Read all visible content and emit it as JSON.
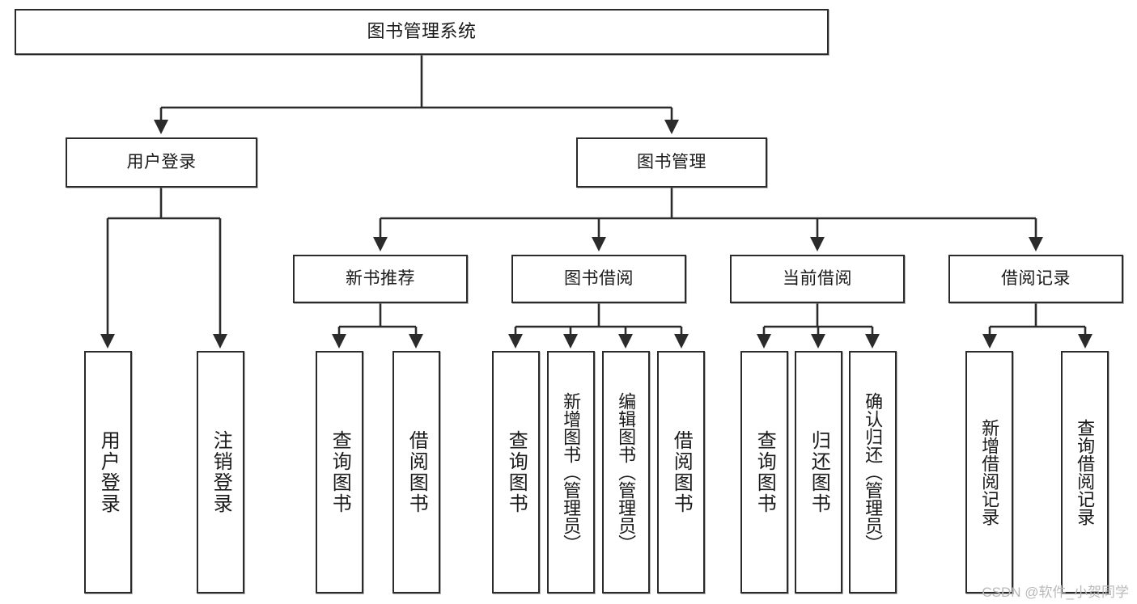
{
  "diagram": {
    "title": "图书管理系统",
    "type": "tree",
    "watermark": "CSDN @软件_小贺同学",
    "colors": {
      "node_border": "#2b2b2b",
      "node_fill": "#ffffff",
      "edge": "#2b2b2b",
      "text": "#1a1a1a",
      "watermark": "#b9b9b9",
      "background": "#ffffff"
    },
    "levels": [
      {
        "level": 1,
        "nodes": [
          {
            "id": "root",
            "label": "图书管理系统"
          }
        ]
      },
      {
        "level": 2,
        "nodes": [
          {
            "id": "login",
            "label": "用户登录",
            "parent": "root"
          },
          {
            "id": "bookmgmt",
            "label": "图书管理",
            "parent": "root"
          }
        ]
      },
      {
        "level": 3,
        "nodes": [
          {
            "id": "newbook",
            "label": "新书推荐",
            "parent": "bookmgmt"
          },
          {
            "id": "borrow",
            "label": "图书借阅",
            "parent": "bookmgmt"
          },
          {
            "id": "current",
            "label": "当前借阅",
            "parent": "bookmgmt"
          },
          {
            "id": "records",
            "label": "借阅记录",
            "parent": "bookmgmt"
          }
        ]
      },
      {
        "level": 4,
        "nodes": [
          {
            "id": "leaf1",
            "label": "用户登录",
            "parent": "login"
          },
          {
            "id": "leaf2",
            "label": "注销登录",
            "parent": "login"
          },
          {
            "id": "leaf3",
            "label": "查询图书",
            "parent": "newbook"
          },
          {
            "id": "leaf4",
            "label": "借阅图书",
            "parent": "newbook"
          },
          {
            "id": "leaf5",
            "label": "查询图书",
            "parent": "borrow"
          },
          {
            "id": "leaf6",
            "label": "新增图书（管理员）",
            "parent": "borrow"
          },
          {
            "id": "leaf7",
            "label": "编辑图书（管理员）",
            "parent": "borrow"
          },
          {
            "id": "leaf8",
            "label": "借阅图书",
            "parent": "borrow"
          },
          {
            "id": "leaf9",
            "label": "查询图书",
            "parent": "current"
          },
          {
            "id": "leaf10",
            "label": "归还图书",
            "parent": "current"
          },
          {
            "id": "leaf11",
            "label": "确认归还（管理员）",
            "parent": "current"
          },
          {
            "id": "leaf12",
            "label": "新增借阅记录",
            "parent": "records"
          },
          {
            "id": "leaf13",
            "label": "查询借阅记录",
            "parent": "records"
          }
        ]
      }
    ]
  }
}
